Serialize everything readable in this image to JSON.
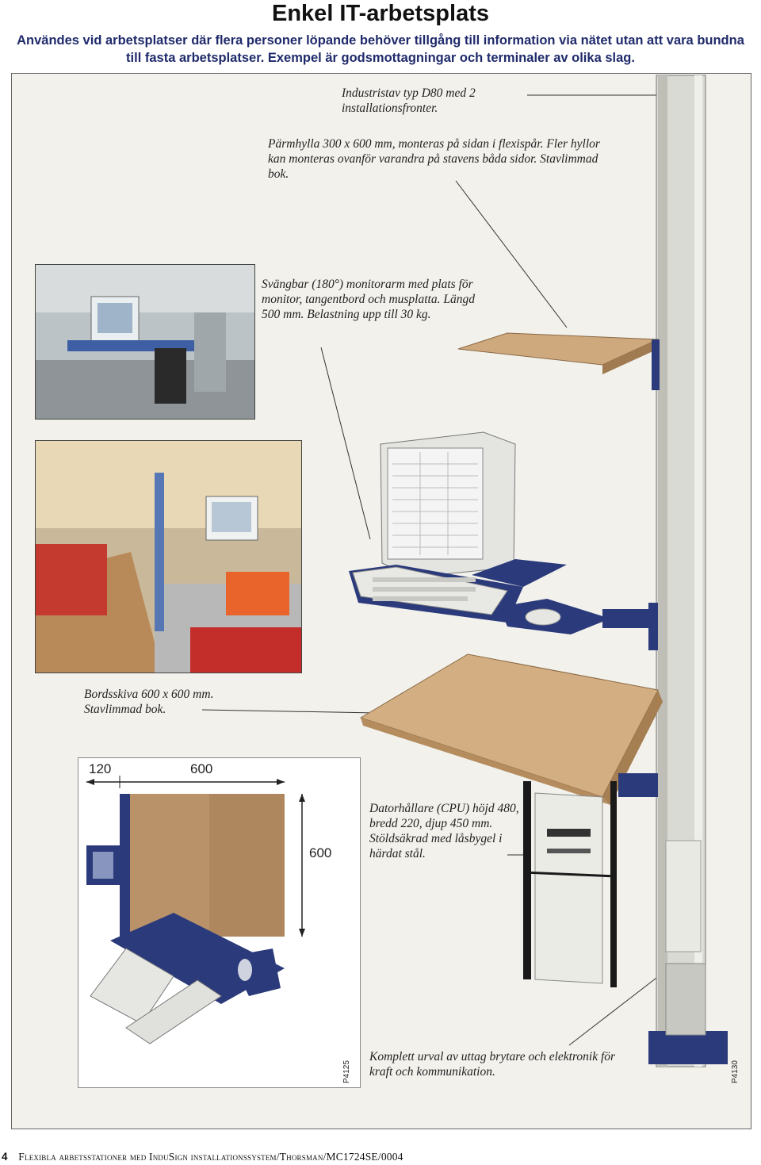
{
  "title": "Enkel IT-arbetsplats",
  "intro": "Användes vid arbetsplatser där flera personer löpande behöver tillgång till information via nätet utan att  vara bundna till fasta arbetsplatser. Exempel är godsmottagningar och terminaler av olika slag.",
  "captions": {
    "stav": "Industristav typ D80 med 2 installationsfronter.",
    "shelf": "Pärmhylla 300 x 600 mm, monteras på sidan i flexispår. Fler hyllor kan monteras ovanför varandra på stavens båda sidor. Stavlimmad bok.",
    "arm": "Svängbar (180°) monitorarm med plats för monitor, tangentbord och musplatta. Längd 500 mm. Belastning upp till 30 kg.",
    "table": "Bordsskiva 600 x 600 mm. Stavlimmad bok.",
    "cpu": "Datorhållare (CPU) höjd 480, bredd 220, djup 450 mm. Stöldsäkrad med låsbygel i härdat stål.",
    "outlets": "Komplett urval av uttag brytare och elektronik för kraft och kommunikation."
  },
  "plan": {
    "dim_side": "120",
    "dim_width": "600",
    "dim_depth": "600"
  },
  "codes": {
    "left": "P4125",
    "right": "P4130"
  },
  "footer": {
    "page_number": "4",
    "text": "Flexibla arbetsstationer med InduSign installationssystem/Thorsman/MC1724SE/0004"
  },
  "colors": {
    "heading_blue": "#1f2a6b",
    "frame_bg": "#f2f1ec",
    "wood": "#c9a57b",
    "bracket_blue": "#2b3a7a",
    "column_grey": "#d8d8d2"
  }
}
